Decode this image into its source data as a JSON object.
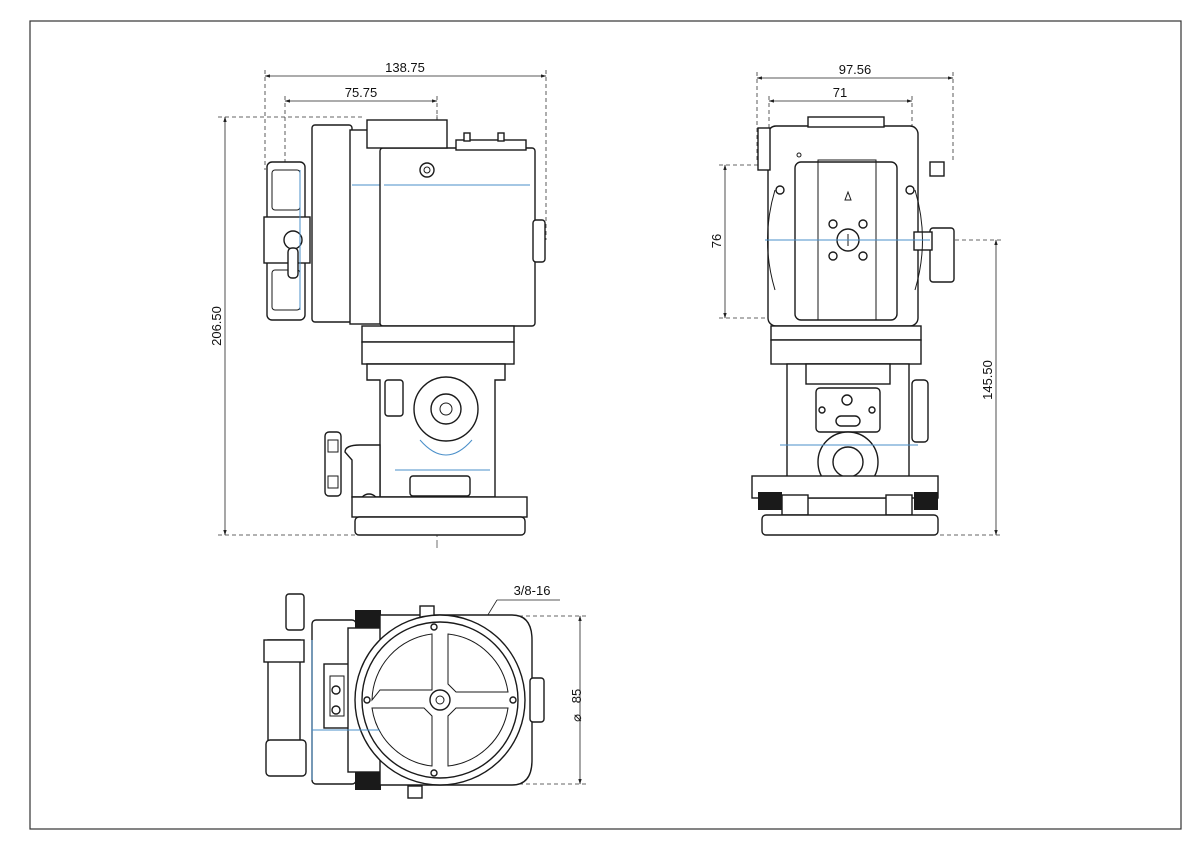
{
  "drawing": {
    "dimensions": {
      "side_overall_width": "138.75",
      "side_partial_width": "75.75",
      "side_height": "206.50",
      "front_overall_width": "97.56",
      "front_plate_width": "71",
      "front_plate_height": "76",
      "front_lower_height": "145.50",
      "top_thread": "3/8-16",
      "top_diameter_symbol": "⌀",
      "top_diameter": "85"
    }
  }
}
